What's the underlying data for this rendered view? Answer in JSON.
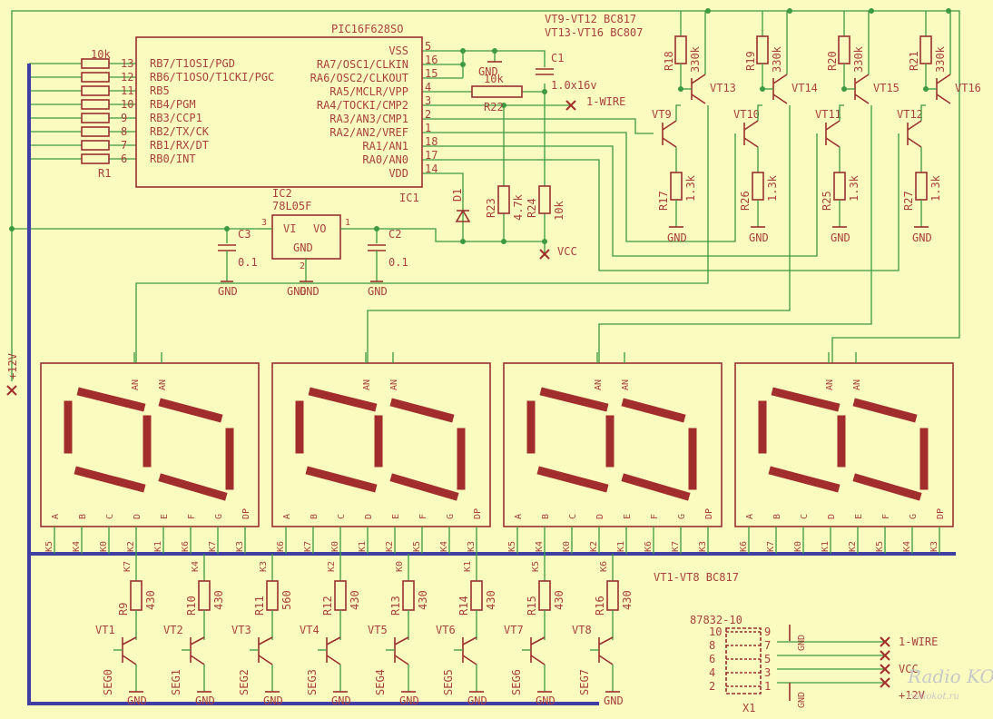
{
  "ic1": {
    "name": "PIC16F628SO",
    "ref": "IC1",
    "left_pins": [
      {
        "num": "13",
        "label": "RB7/T1OSI/PGD"
      },
      {
        "num": "12",
        "label": "RB6/T1OSO/T1CKI/PGC"
      },
      {
        "num": "11",
        "label": "RB5"
      },
      {
        "num": "10",
        "label": "RB4/PGM"
      },
      {
        "num": "9",
        "label": "RB3/CCP1"
      },
      {
        "num": "8",
        "label": "RB2/TX/CK"
      },
      {
        "num": "7",
        "label": "RB1/RX/DT"
      },
      {
        "num": "6",
        "label": "RB0/INT"
      }
    ],
    "right_pins": [
      {
        "num": "5",
        "label": "VSS"
      },
      {
        "num": "16",
        "label": "RA7/OSC1/CLKIN"
      },
      {
        "num": "15",
        "label": "RA6/OSC2/CLKOUT"
      },
      {
        "num": "4",
        "label": "RA5/MCLR/VPP"
      },
      {
        "num": "3",
        "label": "RA4/TOCKI/CMP2"
      },
      {
        "num": "2",
        "label": "RA3/AN3/CMP1"
      },
      {
        "num": "1",
        "label": "RA2/AN2/VREF"
      },
      {
        "num": "18",
        "label": "RA1/AN1"
      },
      {
        "num": "17",
        "label": "RA0/AN0"
      },
      {
        "num": "14",
        "label": "VDD"
      }
    ]
  },
  "r1": {
    "ref": "R1",
    "value": "10k"
  },
  "ic2": {
    "ref": "IC2",
    "name": "78L05F",
    "vi": "VI",
    "vo": "VO",
    "gnd": "GND",
    "pin_in": "3",
    "pin_out": "1",
    "pin_gnd": "2"
  },
  "c1": {
    "ref": "C1",
    "value": "1.0x16v"
  },
  "c2": {
    "ref": "C2",
    "value": "0.1"
  },
  "c3": {
    "ref": "C3",
    "value": "0.1"
  },
  "r22": {
    "ref": "R22",
    "value": "10k"
  },
  "r23": {
    "ref": "R23",
    "value": "4.7k"
  },
  "r24": {
    "ref": "R24",
    "value": "10k"
  },
  "d1": {
    "ref": "D1"
  },
  "net": {
    "gnd": "GND",
    "vcc": "VCC",
    "onewire": "1-WIRE",
    "v12": "+12V"
  },
  "notes": {
    "top1": "VT9-VT12 BC817",
    "top2": "VT13-VT16 BC807",
    "bottom": "VT1-VT8 BC817"
  },
  "upper_transistors": [
    {
      "ref": "VT9",
      "pnp": "VT13",
      "r_top": "R18",
      "r_top_val": "330k",
      "r_bot": "R17",
      "r_bot_val": "1.3k"
    },
    {
      "ref": "VT10",
      "pnp": "VT14",
      "r_top": "R19",
      "r_top_val": "330k",
      "r_bot": "R26",
      "r_bot_val": "1.3k"
    },
    {
      "ref": "VT11",
      "pnp": "VT15",
      "r_top": "R20",
      "r_top_val": "330k",
      "r_bot": "R25",
      "r_bot_val": "1.3k"
    },
    {
      "ref": "VT12",
      "pnp": "VT16",
      "r_top": "R21",
      "r_top_val": "330k",
      "r_bot": "R27",
      "r_bot_val": "1.3k"
    }
  ],
  "display": {
    "an": "AN",
    "pins": [
      "A",
      "B",
      "C",
      "D",
      "E",
      "F",
      "G",
      "DP"
    ]
  },
  "k_labels": [
    [
      "K5",
      "K4",
      "K0",
      "K2",
      "K1",
      "K6",
      "K7",
      "K3"
    ],
    [
      "K6",
      "K7",
      "K0",
      "K1",
      "K2",
      "K5",
      "K4",
      "K3"
    ],
    [
      "K5",
      "K4",
      "K0",
      "K2",
      "K1",
      "K6",
      "K7",
      "K3"
    ],
    [
      "K6",
      "K7",
      "K0",
      "K1",
      "K2",
      "K5",
      "K4",
      "K3"
    ]
  ],
  "drivers": [
    {
      "k": "K7",
      "r": "R9",
      "rv": "430",
      "vt": "VT1",
      "sg": "SEG0"
    },
    {
      "k": "K4",
      "r": "R10",
      "rv": "430",
      "vt": "VT2",
      "sg": "SEG1"
    },
    {
      "k": "K3",
      "r": "R11",
      "rv": "560",
      "vt": "VT3",
      "sg": "SEG2"
    },
    {
      "k": "K2",
      "r": "R12",
      "rv": "430",
      "vt": "VT4",
      "sg": "SEG3"
    },
    {
      "k": "K0",
      "r": "R13",
      "rv": "430",
      "vt": "VT5",
      "sg": "SEG4"
    },
    {
      "k": "K1",
      "r": "R14",
      "rv": "430",
      "vt": "VT6",
      "sg": "SEG5"
    },
    {
      "k": "K5",
      "r": "R15",
      "rv": "430",
      "vt": "VT7",
      "sg": "SEG6"
    },
    {
      "k": "K6",
      "r": "R16",
      "rv": "430",
      "vt": "VT8",
      "sg": "SEG7"
    }
  ],
  "x1": {
    "name": "87832-10",
    "ref": "X1",
    "left_nums": [
      "10",
      "8",
      "6",
      "4",
      "2"
    ],
    "right_nums": [
      "9",
      "7",
      "5",
      "3",
      "1"
    ]
  },
  "watermark": {
    "line1": "Radio KOT",
    "line2": "radiokot.ru"
  }
}
